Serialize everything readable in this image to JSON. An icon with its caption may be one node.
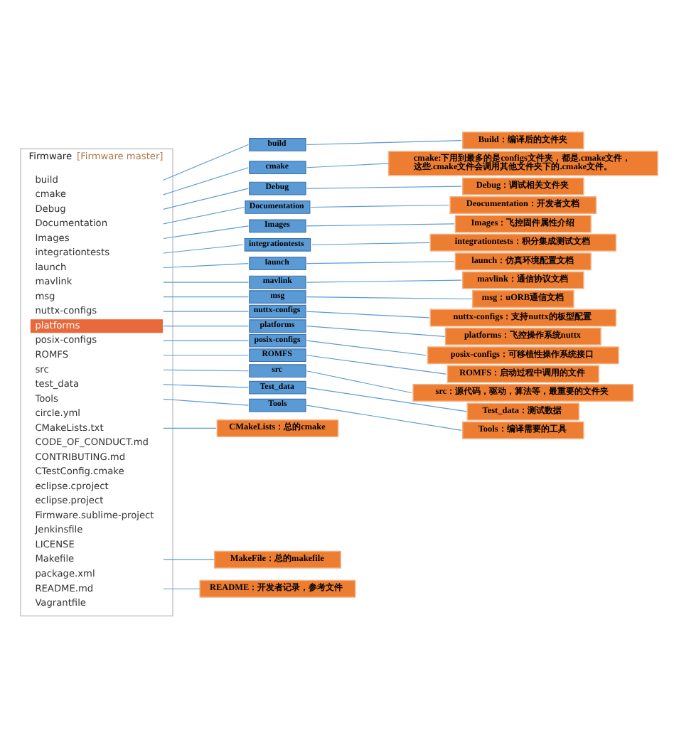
{
  "diagram": {
    "nodes": [
      {
        "text": [
          "Firmware",
          "[Firmware master]"
        ]
      },
      {
        "text": [
          "build"
        ],
        "in": 0
      },
      {
        "text": [
          "cmake"
        ],
        "in": 0
      },
      {
        "text": [
          "Debug"
        ],
        "in": 0
      },
      {
        "text": [
          "Documentation"
        ],
        "in": 0
      },
      {
        "text": [
          "Images"
        ],
        "in": 0
      },
      {
        "text": [
          "integrationtests"
        ],
        "in": 0
      },
      {
        "text": [
          "launch"
        ],
        "in": 0
      },
      {
        "text": [
          "mavlink"
        ],
        "in": 0
      },
      {
        "text": [
          "msg"
        ],
        "in": 0
      },
      {
        "text": [
          "nuttx-configs"
        ],
        "in": 0
      },
      {
        "text": [
          "platforms"
        ],
        "in": 0
      },
      {
        "text": [
          "posix-configs"
        ],
        "in": 0
      },
      {
        "text": [
          "ROMFS"
        ],
        "in": 0
      },
      {
        "text": [
          "src"
        ],
        "in": 0
      },
      {
        "text": [
          "test_data"
        ],
        "in": 0
      },
      {
        "text": [
          "Tools"
        ],
        "in": 0
      },
      {
        "text": [
          "CMakeLists.txt"
        ],
        "in": 0
      },
      {
        "text": [
          "Makefile"
        ],
        "in": 0
      },
      {
        "text": [
          "README.md"
        ],
        "in": 0
      },
      {
        "text": [
          "build"
        ]
      },
      {
        "text": [
          "cmake"
        ]
      },
      {
        "text": [
          "Debug"
        ]
      },
      {
        "text": [
          "Documentation"
        ]
      },
      {
        "text": [
          "Images"
        ]
      },
      {
        "text": [
          "integrationtests"
        ]
      },
      {
        "text": [
          "launch"
        ]
      },
      {
        "text": [
          "mavlink"
        ]
      },
      {
        "text": [
          "msg"
        ]
      },
      {
        "text": [
          "nuttx-configs"
        ]
      },
      {
        "text": [
          "platforms"
        ]
      },
      {
        "text": [
          "posix-configs"
        ]
      },
      {
        "text": [
          "ROMFS"
        ]
      },
      {
        "text": [
          "src"
        ]
      },
      {
        "text": [
          "Test_data"
        ]
      },
      {
        "text": [
          "Tools"
        ]
      },
      {
        "text": [
          "Build：编译后的文件夹"
        ]
      },
      {
        "text": [
          "cmake:下用到最多的是configs文件夹，都是.cmake文件，这些.cmake文件会调用其他文件夹下的.cmake文件。"
        ]
      },
      {
        "text": [
          "Debug：调试相关文件夹"
        ]
      },
      {
        "text": [
          "Deocumentation：开发者文档"
        ]
      },
      {
        "text": [
          "Images：飞控固件属性介绍"
        ]
      },
      {
        "text": [
          "integrationtests：积分集成测试文档"
        ]
      },
      {
        "text": [
          "launch：仿真环境配置文档"
        ]
      },
      {
        "text": [
          "mavlink：通信协议文档"
        ]
      },
      {
        "text": [
          "msg：uORB通信文档"
        ]
      },
      {
        "text": [
          "nuttx-configs：支持nuttx的板型配置"
        ]
      },
      {
        "text": [
          "platforms：飞控操作系统nuttx"
        ]
      },
      {
        "text": [
          "posix-configs：可移植性操作系统接口"
        ]
      },
      {
        "text": [
          "ROMFS：启动过程中调用的文件"
        ]
      },
      {
        "text": [
          "src：源代码，驱动，算法等，最重要的文件夹"
        ]
      },
      {
        "text": [
          "Test_data：测试数据"
        ]
      },
      {
        "text": [
          "Tools：编译需要的工具"
        ]
      },
      {
        "text": [
          "CMakeLists：总的cmake"
        ]
      },
      {
        "text": [
          "MakeFile：总的makefile"
        ]
      },
      {
        "text": [
          "README：开发者记录，参考文件"
        ]
      }
    ],
    "edges": [
      {
        "from": 1,
        "to": 20,
        "arrow": "none"
      },
      {
        "from": 2,
        "to": 21,
        "arrow": "none"
      },
      {
        "from": 3,
        "to": 22,
        "arrow": "none"
      },
      {
        "from": 4,
        "to": 23,
        "arrow": "none"
      },
      {
        "from": 5,
        "to": 24,
        "arrow": "none"
      },
      {
        "from": 6,
        "to": 25,
        "arrow": "none"
      },
      {
        "from": 7,
        "to": 26,
        "arrow": "none"
      },
      {
        "from": 8,
        "to": 27,
        "arrow": "none"
      },
      {
        "from": 9,
        "to": 28,
        "arrow": "none"
      },
      {
        "from": 10,
        "to": 29,
        "arrow": "none"
      },
      {
        "from": 11,
        "to": 30,
        "arrow": "none"
      },
      {
        "from": 12,
        "to": 31,
        "arrow": "none"
      },
      {
        "from": 13,
        "to": 32,
        "arrow": "none"
      },
      {
        "from": 14,
        "to": 33,
        "arrow": "none"
      },
      {
        "from": 15,
        "to": 34,
        "arrow": "none"
      },
      {
        "from": 16,
        "to": 35,
        "arrow": "none"
      },
      {
        "from": 20,
        "to": 36,
        "arrow": "none"
      },
      {
        "from": 21,
        "to": 37,
        "arrow": "none"
      },
      {
        "from": 22,
        "to": 38,
        "arrow": "none"
      },
      {
        "from": 23,
        "to": 39,
        "arrow": "none"
      },
      {
        "from": 24,
        "to": 40,
        "arrow": "none"
      },
      {
        "from": 25,
        "to": 41,
        "arrow": "none"
      },
      {
        "from": 26,
        "to": 42,
        "arrow": "none"
      },
      {
        "from": 27,
        "to": 43,
        "arrow": "none"
      },
      {
        "from": 28,
        "to": 44,
        "arrow": "none"
      },
      {
        "from": 29,
        "to": 45,
        "arrow": "none"
      },
      {
        "from": 30,
        "to": 46,
        "arrow": "none"
      },
      {
        "from": 31,
        "to": 47,
        "arrow": "none"
      },
      {
        "from": 32,
        "to": 48,
        "arrow": "none"
      },
      {
        "from": 33,
        "to": 49,
        "arrow": "none"
      },
      {
        "from": 34,
        "to": 50,
        "arrow": "none"
      },
      {
        "from": 35,
        "to": 51,
        "arrow": "none"
      },
      {
        "from": 17,
        "to": 52,
        "arrow": "none"
      },
      {
        "from": 18,
        "to": 53,
        "arrow": "none"
      },
      {
        "from": 19,
        "to": 54,
        "arrow": "none"
      }
    ],
    "labels": [
      "circle.yml",
      "CODE_OF_CONDUCT.md",
      "CONTRIBUTING.md",
      "CTestConfig.cmake",
      "eclipse.cproject",
      "eclipse.project",
      "Firmware.sublime-project",
      "Jenkinsfile",
      "LICENSE",
      "package.xml",
      "Vagrantfile"
    ]
  }
}
